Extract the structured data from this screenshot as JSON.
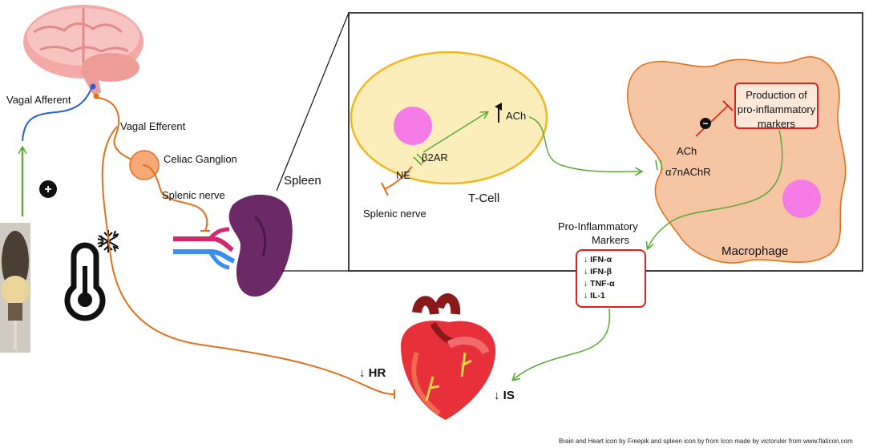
{
  "labels": {
    "vagal_afferent": "Vagal Afferent",
    "vagal_efferent": "Vagal Efferent",
    "celiac_ganglion": "Celiac Ganglion",
    "splenic_nerve_left": "Splenic nerve",
    "spleen": "Spleen",
    "splenic_nerve_inset": "Splenic nerve",
    "ne": "NE",
    "beta2ar": "β2AR",
    "ach_tcell": "ACh",
    "tcell": "T-Cell",
    "ach_macrophage": "ACh",
    "a7nachr": "α7nAChR",
    "macrophage": "Macrophage",
    "pro_inflammatory_title_line1": "Pro-Inflammatory",
    "pro_inflammatory_title_line2": "Markers",
    "hr": "↓ HR",
    "is": "↓ IS"
  },
  "production_box": {
    "line1": "Production of",
    "line2": "pro-inflammatory",
    "line3": "markers"
  },
  "markers": [
    "↓ IFN-α",
    "↓ IFN-β",
    "↓ TNF-α",
    "↓ IL-1"
  ],
  "symbols": {
    "plus": "+",
    "minus": "−",
    "up_arrow": "↑"
  },
  "credit": "Brain and Heart icon by Freepik and spleen icon by from Icon made by victoruler from www.flaticon.com",
  "colors": {
    "efferent": "#e0701c",
    "afferent": "#2a5fd6",
    "stimulation": "#5aaa35",
    "inhibition": "#e02020",
    "tcell_fill": "#fbeebb",
    "tcell_border": "#f0b820",
    "macrophage_fill": "#f6c6a4",
    "nucleus": "#f57ce6",
    "spleen": "#6b2a66"
  }
}
